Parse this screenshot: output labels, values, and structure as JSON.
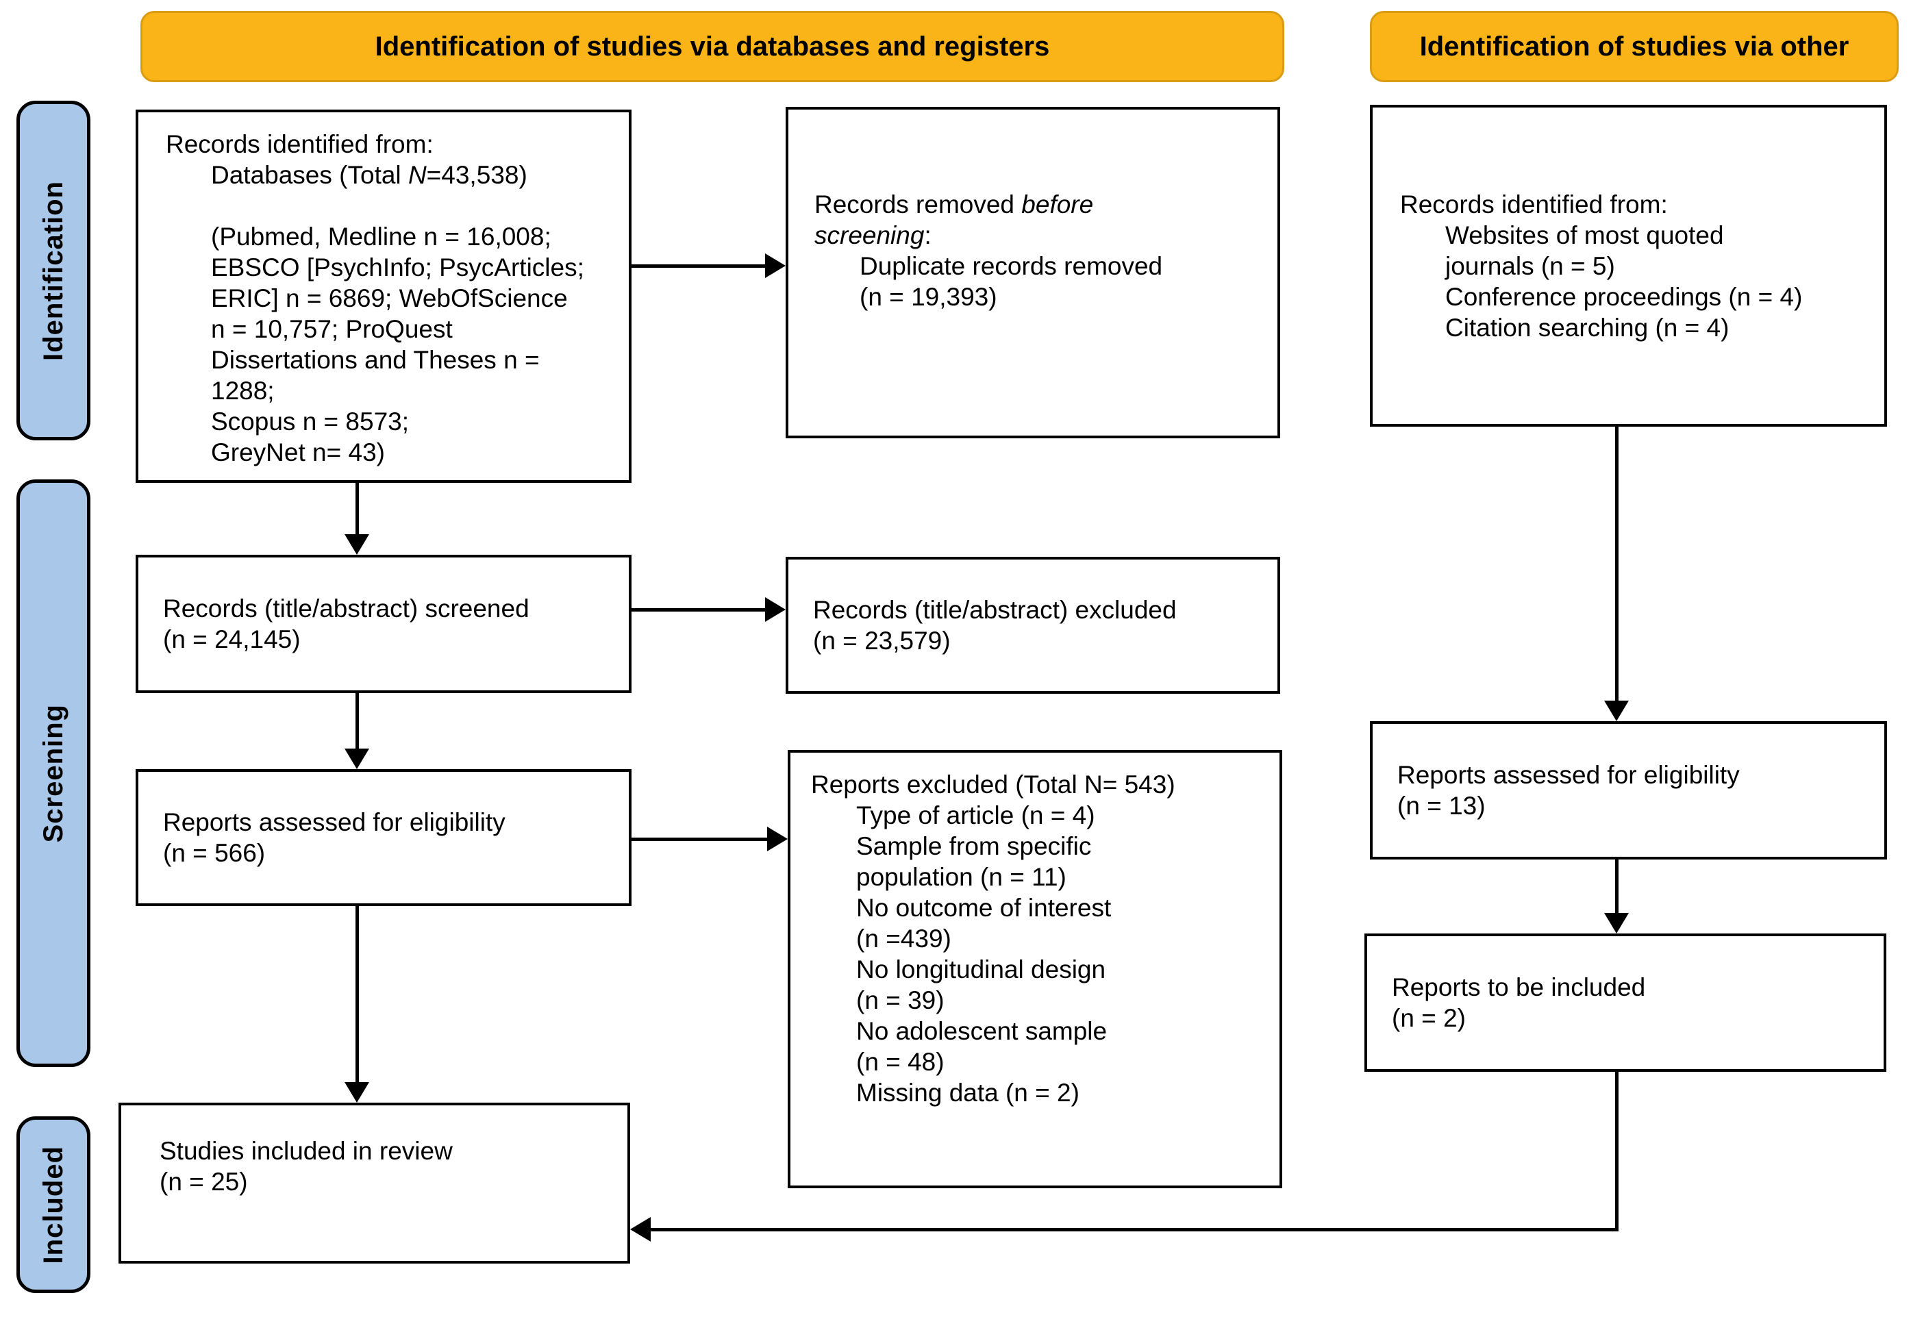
{
  "colors": {
    "header_fill": "#FBB417",
    "header_border": "#DA9C13",
    "sidebar_fill": "#A9C7E8",
    "line": "#000000",
    "text": "#000000",
    "background": "#FFFFFF"
  },
  "headers": [
    {
      "label": "Identification of studies via databases and registers"
    },
    {
      "label": "Identification of studies via other"
    }
  ],
  "sidebar": [
    {
      "label": "Identification"
    },
    {
      "label": "Screening"
    },
    {
      "label": "Included"
    }
  ],
  "boxes": {
    "records_identified_databases": {
      "title": "Records identified from:",
      "db_pre": "Databases (Total ",
      "db_italic": "N",
      "db_post": "=43,538)",
      "details": [
        "(Pubmed, Medline n = 16,008;",
        "EBSCO [PsychInfo; PsycArticles;",
        "ERIC] n = 6869; WebOfScience",
        "n = 10,757; ProQuest",
        "Dissertations and Theses n =",
        "1288;",
        "Scopus n = 8573;",
        "GreyNet n= 43)"
      ]
    },
    "records_removed": {
      "l1_pre": "Records removed ",
      "l1_italic": "before",
      "l2_italic": "screening",
      "l2_post": ":",
      "item1": "Duplicate records removed",
      "item2": "(n = 19,393)"
    },
    "records_identified_other": {
      "title": "Records identified from:",
      "items": [
        "Websites of most quoted",
        "journals (n = 5)",
        "Conference proceedings (n = 4)",
        "Citation searching (n = 4)"
      ]
    },
    "records_screened": {
      "line1": "Records (title/abstract) screened",
      "line2": "(n = 24,145)"
    },
    "records_excluded": {
      "line1": "Records (title/abstract) excluded",
      "line2": "(n = 23,579)"
    },
    "reports_assessed": {
      "line1": "Reports assessed for eligibility",
      "line2": "(n = 566)"
    },
    "reports_excluded": {
      "title": "Reports excluded (Total N= 543)",
      "items": [
        "Type of article (n = 4)",
        "Sample from specific",
        "population (n = 11)",
        "No outcome of interest",
        "(n =439)",
        "No longitudinal design",
        "(n = 39)",
        "No adolescent sample",
        "(n = 48)",
        "Missing data (n = 2)"
      ]
    },
    "reports_assessed_other": {
      "line1": "Reports assessed for eligibility",
      "line2": "(n = 13)"
    },
    "reports_to_be_included": {
      "line1": "Reports to be included",
      "line2": "(n = 2)"
    },
    "studies_included": {
      "line1": "Studies included in review",
      "line2": "(n = 25)"
    }
  }
}
